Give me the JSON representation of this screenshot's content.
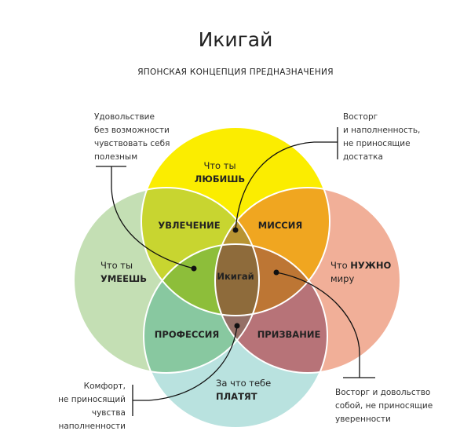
{
  "header": {
    "title": "Икигай",
    "subtitle": "ЯПОНСКАЯ КОНЦЕПЦИЯ ПРЕДНАЗНАЧЕНИЯ"
  },
  "circles": {
    "love": {
      "line1": "Что ты",
      "line2": "ЛЮБИШЬ",
      "color": "#fbed00"
    },
    "good_at": {
      "line1": "Что ты",
      "line2": "УМЕЕШЬ",
      "color": "#c4dfb4"
    },
    "world_needs": {
      "prefix": "Что",
      "bold": "НУЖНО",
      "line2": "миру",
      "color": "#f1af98"
    },
    "paid_for": {
      "line1": "За что тебе",
      "line2": "ПЛАТЯТ",
      "color": "#b9e2df"
    }
  },
  "zones": {
    "passion": "УВЛЕЧЕНИЕ",
    "mission": "МИССИЯ",
    "profession": "ПРОФЕССИЯ",
    "vocation": "ПРИЗВАНИЕ",
    "ikigai": "Икигай"
  },
  "notes": {
    "top_left": [
      "Удовольствие",
      "без возможности",
      "чувствовать себя",
      "полезным"
    ],
    "top_right": [
      "Восторг",
      "и наполненность,",
      "не приносящие",
      "достатка"
    ],
    "bottom_left": [
      "Комфорт,",
      "не приносящий",
      "чувства",
      "наполненности"
    ],
    "bottom_right": [
      "Восторг и довольство",
      "собой, не приносящие",
      "уверенности"
    ]
  }
}
